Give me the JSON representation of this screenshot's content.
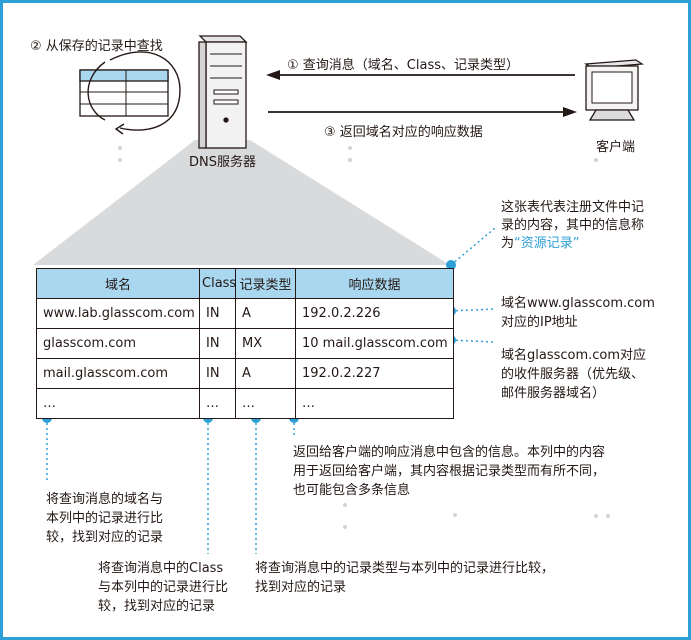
{
  "dns_server": {
    "label": "DNS服务器",
    "lookup_label": "② 从保存的记录中查找"
  },
  "client": {
    "label": "客户端"
  },
  "messages": {
    "query": "① 查询消息（域名、Class、记录类型）",
    "response": "③ 返回域名对应的响应数据"
  },
  "table": {
    "headers": [
      "域名",
      "Class",
      "记录类型",
      "响应数据"
    ],
    "rows": [
      [
        "www.lab.glasscom.com",
        "IN",
        "A",
        "192.0.2.226"
      ],
      [
        "glasscom.com",
        "IN",
        "MX",
        "10 mail.glasscom.com"
      ],
      [
        "mail.glasscom.com",
        "IN",
        "A",
        "192.0.2.227"
      ],
      [
        "…",
        "…",
        "…",
        "…"
      ]
    ]
  },
  "annotations": {
    "table_note_1": "这张表代表注册文件中记",
    "table_note_2": "录的内容，其中的信息称",
    "table_note_3_pre": "为",
    "table_note_3_highlight": "“资源记录”",
    "ip_note": "域名www.glasscom.com\n对应的IP地址",
    "mx_note": "域名glasscom.com对应\n的收件服务器（优先级、\n邮件服务器域名）",
    "response_col_note": "返回给客户端的响应消息中包含的信息。本列中的内容\n用于返回给客户端，其内容根据记录类型而有所不同，\n也可能包含多条信息",
    "domain_col_note": "将查询消息的域名与\n本列中的记录进行比\n较，找到对应的记录",
    "class_col_note": "将查询消息中的Class\n与本列中的记录进行比\n较，找到对应的记录",
    "type_col_note": "将查询消息中的记录类型与本列中的记录进行比较，\n找到对应的记录"
  },
  "colors": {
    "accent_blue": "#2e9fd6",
    "table_header": "#a9d7ef",
    "projection_gray": "#d9dadb",
    "dot_gray": "#d0d0d0",
    "text": "#231815"
  },
  "icons": [
    "server-icon",
    "monitor-icon",
    "mini-table-icon",
    "circular-arrow-icon"
  ]
}
